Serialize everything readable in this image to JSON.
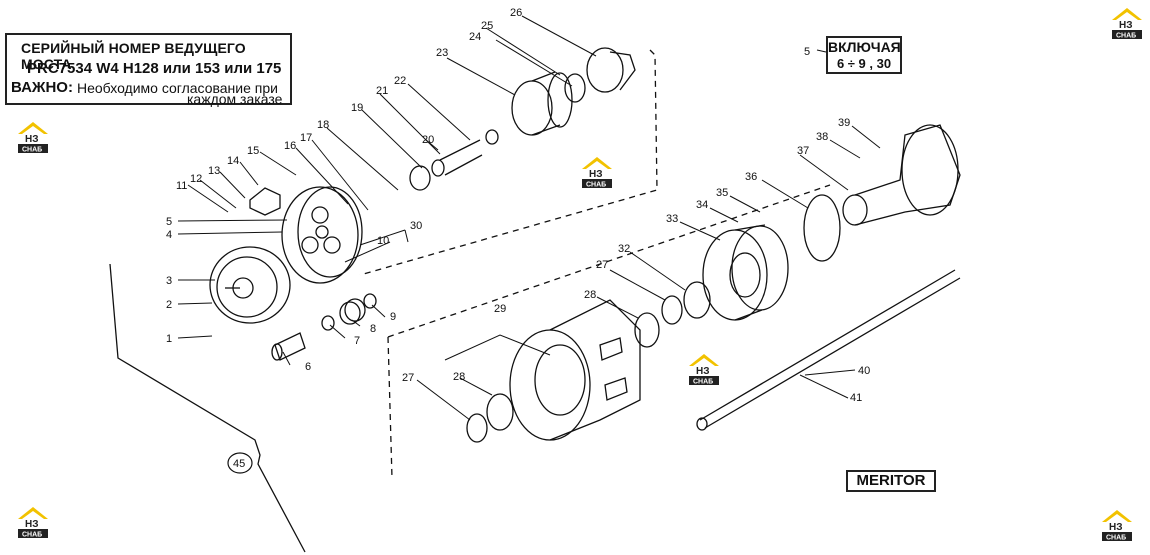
{
  "header": {
    "line1": "СЕРИЙНЫЙ НОМЕР ВЕДУЩЕГО МОСТА",
    "line2": "PRC7534 W4 H128 или 153 или 175",
    "important_label": "ВАЖНО:",
    "important_text": "Необходимо согласование при",
    "important_text2": "каждом заказе"
  },
  "include_box": {
    "title": "ВКЛЮЧАЯ",
    "range": "6 ÷ 9 , 30"
  },
  "brand": "MERITOR",
  "logo": {
    "text_top": "НЗ",
    "text_bottom": "СНАБ",
    "accent": "#f2c200"
  },
  "callouts": {
    "c1": "1",
    "c2": "2",
    "c3": "3",
    "c4": "4",
    "c5": "5",
    "c5b": "5",
    "c6": "6",
    "c7": "7",
    "c8": "8",
    "c9": "9",
    "c10": "10",
    "c11": "11",
    "c12": "12",
    "c13": "13",
    "c14": "14",
    "c15": "15",
    "c16": "16",
    "c17": "17",
    "c18": "18",
    "c19": "19",
    "c20": "20",
    "c21": "21",
    "c22": "22",
    "c23": "23",
    "c24": "24",
    "c25": "25",
    "c26": "26",
    "c27a": "27",
    "c27b": "27",
    "c28a": "28",
    "c28b": "28",
    "c29": "29",
    "c30": "30",
    "c32": "32",
    "c33": "33",
    "c34": "34",
    "c35": "35",
    "c36": "36",
    "c37": "37",
    "c38": "38",
    "c39": "39",
    "c40": "40",
    "c41": "41",
    "c45": "45"
  }
}
